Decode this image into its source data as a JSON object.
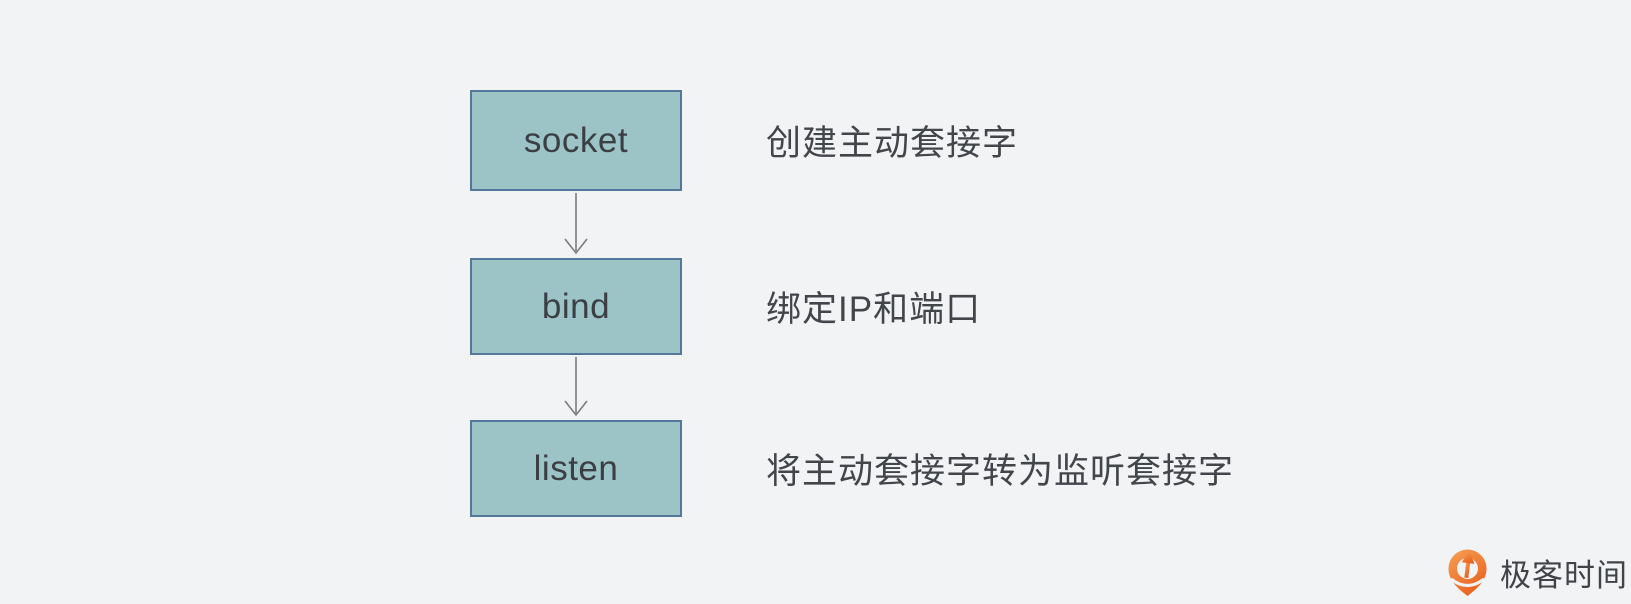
{
  "page": {
    "background_color": "#f2f3f5"
  },
  "flowchart": {
    "type": "vertical-flow",
    "nodes": [
      {
        "label": "socket",
        "description": "创建主动套接字"
      },
      {
        "label": "bind",
        "description": "绑定IP和端口"
      },
      {
        "label": "listen",
        "description": "将主动套接字转为监听套接字"
      }
    ],
    "connectors": [
      {
        "from": "socket",
        "to": "bind"
      },
      {
        "from": "bind",
        "to": "listen"
      }
    ],
    "colors": {
      "node_fill": "#9cc3c6",
      "node_border": "#54789b",
      "node_text": "#3b3f44",
      "description_text": "#42464b",
      "arrow": "#797d80"
    }
  },
  "branding": {
    "logo_text": "极客时间",
    "logo_icon": "geektime-pin-icon",
    "logo_icon_color_start": "#f6a155",
    "logo_icon_color_end": "#ea6220",
    "logo_text_color": "#404448"
  }
}
